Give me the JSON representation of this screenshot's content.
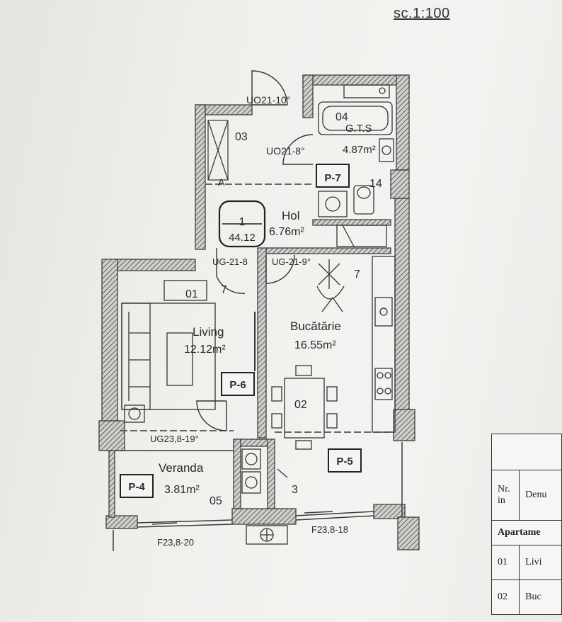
{
  "scale": "sc.1:100",
  "apartment": {
    "number": "1",
    "area": "44.12"
  },
  "rooms": [
    {
      "id": "01",
      "name": "Living",
      "area": "12.12m²",
      "tag": "P-6"
    },
    {
      "id": "02",
      "name": "Bucătărie",
      "area": "16.55m²",
      "tag": "P-5"
    },
    {
      "id": "03",
      "name": "Hol",
      "area": "6.76m²",
      "tag": "P-7"
    },
    {
      "id": "04",
      "name": "G.T.S",
      "area": "4.87m²"
    },
    {
      "id": "05",
      "name": "Veranda",
      "area": "3.81m²",
      "tag": "P-4"
    }
  ],
  "door_labels": [
    "UO21-10°",
    "UO21-8°",
    "UG-21-8",
    "UG-21-9°",
    "UG23,8-19°"
  ],
  "window_labels": [
    "F23,8-20",
    "F23,8-18"
  ],
  "markers": [
    "14",
    "7",
    "7",
    "3",
    "A"
  ],
  "legend": {
    "col_nr": "Nr.\nin",
    "col_name": "Denu",
    "section": "Apartame",
    "rows": [
      {
        "nr": "01",
        "name": "Livi"
      },
      {
        "nr": "02",
        "name": "Buc"
      }
    ]
  },
  "colors": {
    "ink": "#2b2b2b",
    "hatch": "#555555",
    "paper": "#f0f0ee"
  }
}
